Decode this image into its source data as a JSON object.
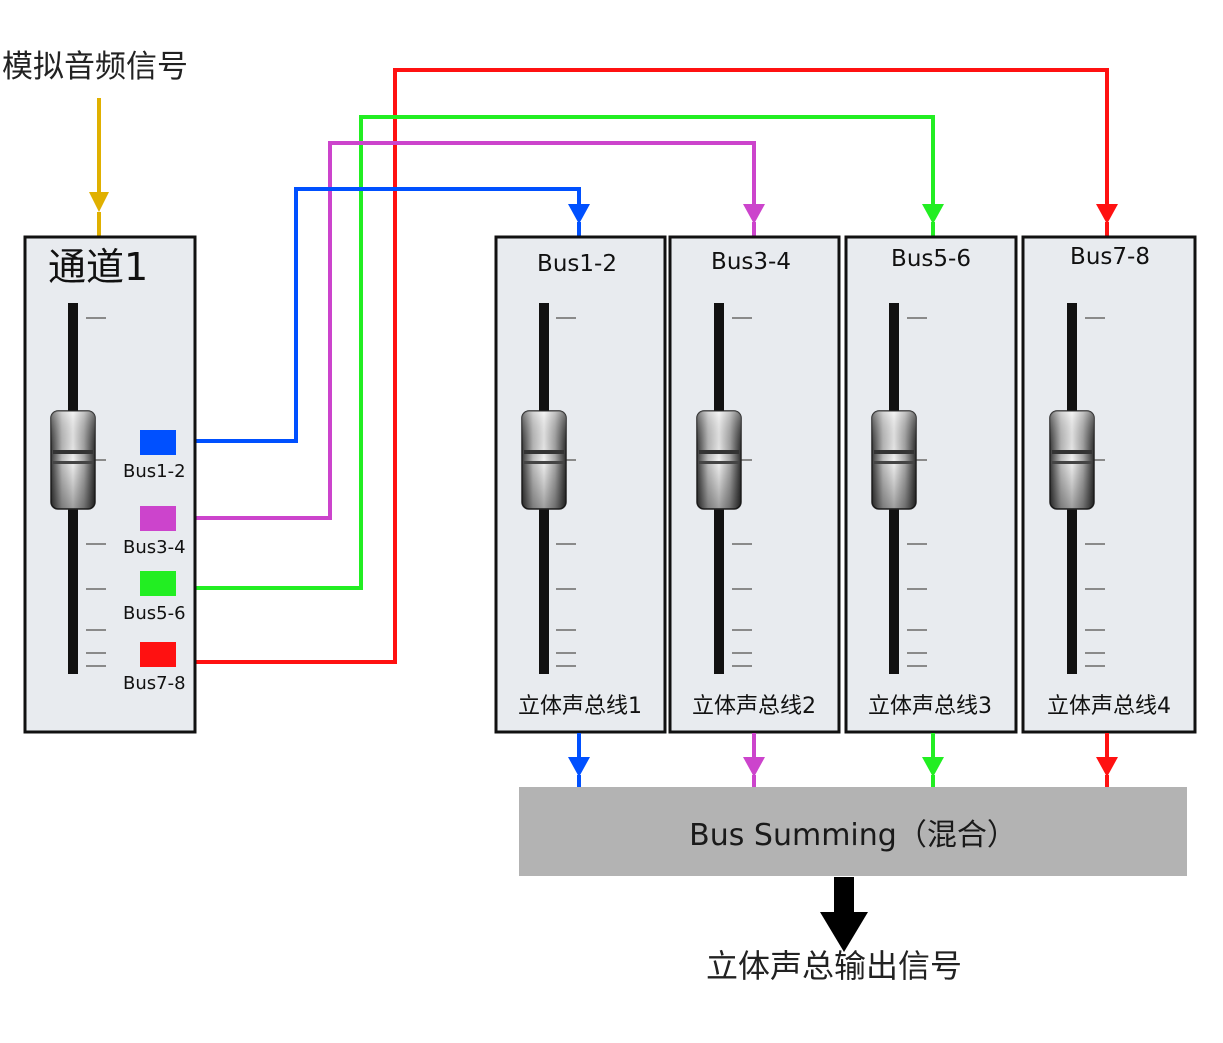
{
  "input_label": "模拟音频信号",
  "channel": {
    "title": "通道1",
    "sends": [
      {
        "label": "Bus1-2",
        "color": "#0050ff"
      },
      {
        "label": "Bus3-4",
        "color": "#cc44cc"
      },
      {
        "label": "Bus5-6",
        "color": "#22ee22"
      },
      {
        "label": "Bus7-8",
        "color": "#ff1111"
      }
    ]
  },
  "buses": [
    {
      "title": "Bus1-2",
      "subtitle": "立体声总线1",
      "color": "#0050ff"
    },
    {
      "title": "Bus3-4",
      "subtitle": "立体声总线2",
      "color": "#cc44cc"
    },
    {
      "title": "Bus5-6",
      "subtitle": "立体声总线3",
      "color": "#22ee22"
    },
    {
      "title": "Bus7-8",
      "subtitle": "立体声总线4",
      "color": "#ff1111"
    }
  ],
  "summing_label": "Bus Summing（混合）",
  "output_label": "立体声总输出信号",
  "colors": {
    "input_arrow": "#e0b000",
    "panel_fill": "#e8ebef",
    "summing_fill": "#b3b3b3",
    "output_arrow": "#000000"
  }
}
